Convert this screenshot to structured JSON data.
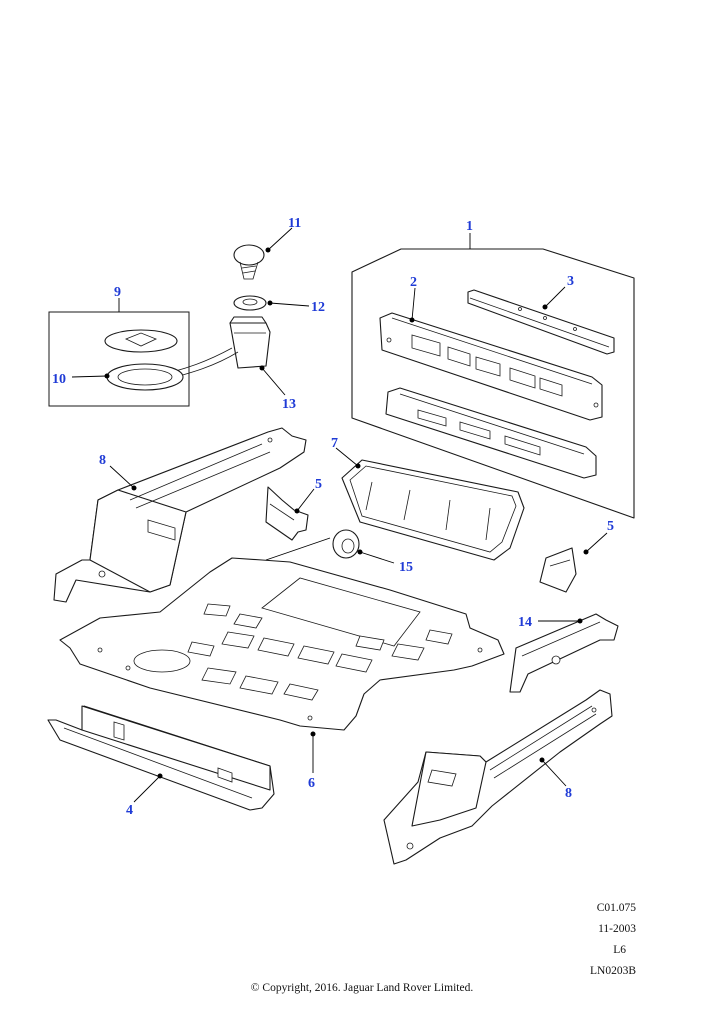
{
  "colors": {
    "callout": "#1f3bd6",
    "line": "#1a1a1a",
    "background": "#ffffff"
  },
  "callouts": [
    "1",
    "2",
    "3",
    "4",
    "5",
    "5",
    "6",
    "7",
    "8",
    "8",
    "9",
    "10",
    "11",
    "12",
    "13",
    "14",
    "15"
  ],
  "reference": {
    "code": "C01.075",
    "date": "11-2003",
    "level": "L6",
    "drawing": "LN0203B"
  },
  "copyright": "© Copyright, 2016. Jaguar Land Rover Limited."
}
